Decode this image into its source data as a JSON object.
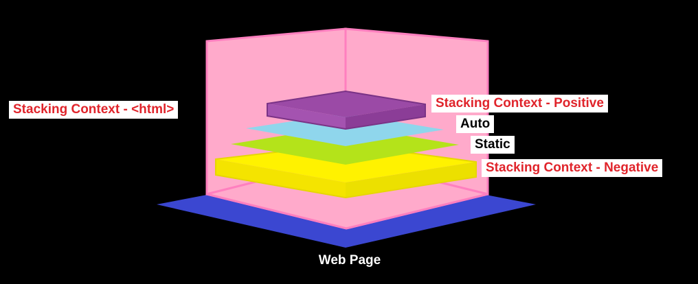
{
  "caption": "Web Page",
  "labels": {
    "html_context": "Stacking Context - <html>",
    "positive": "Stacking Context - Positive",
    "auto": "Auto",
    "static": "Static",
    "negative": "Stacking Context - Negative"
  },
  "colors": {
    "background": "#000000",
    "web_page": "#3b47d1",
    "html_box_fill": "#ffaacb",
    "html_box_edge": "#ff7fbf",
    "positive_layer": "#9b4aa6",
    "auto_layer": "#8fd6ec",
    "static_layer": "#b4e31a",
    "negative_layer": "#fff200",
    "label_red": "#e0242b"
  }
}
